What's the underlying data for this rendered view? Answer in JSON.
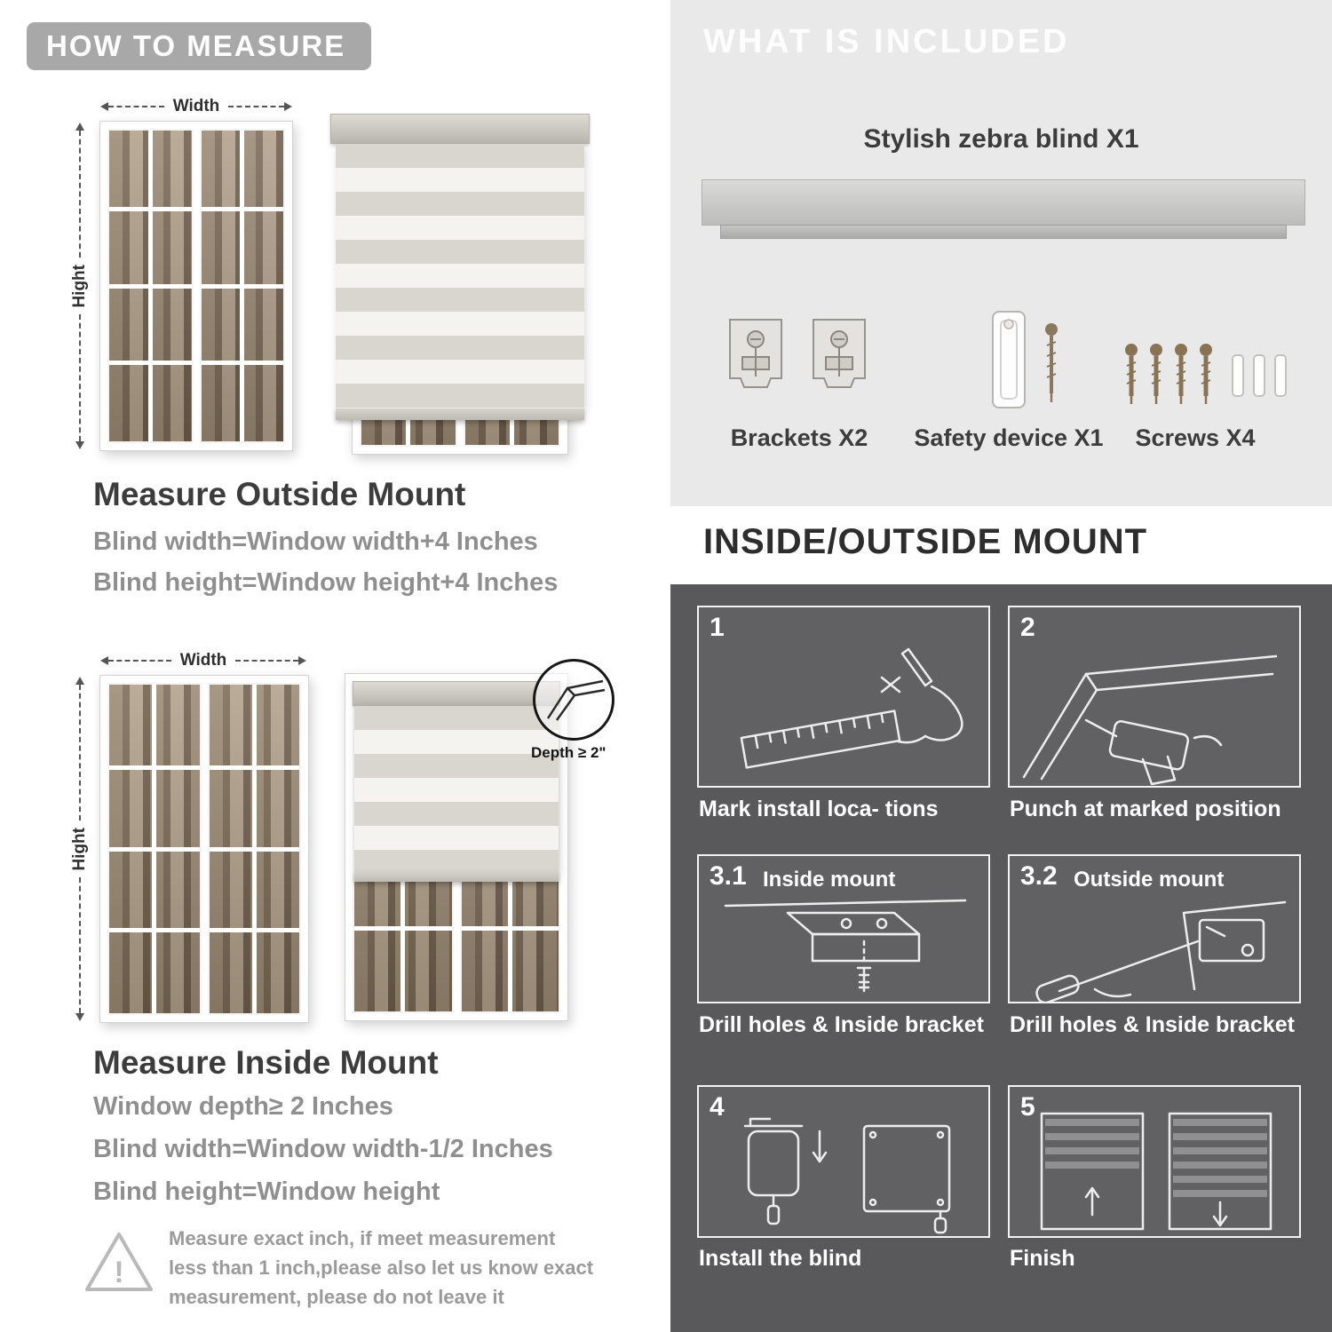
{
  "colors": {
    "banner_gray": "#a8a8a8",
    "panel_light": "#e9e9e9",
    "panel_dark": "#59595b",
    "heading_dark": "#3c3c3c",
    "subtext_gray": "#8f8f8f"
  },
  "left": {
    "banner": "HOW TO MEASURE",
    "labels": {
      "width": "Width",
      "hight": "Hight"
    },
    "outside": {
      "heading": "Measure Outside Mount",
      "line1": "Blind width=Window width+4 Inches",
      "line2": "Blind height=Window height+4 Inches"
    },
    "inside": {
      "depth_callout": "Depth ≥ 2\"",
      "heading": "Measure Inside Mount",
      "line1": "Window depth≥ 2 Inches",
      "line2": "Blind width=Window width-1/2 Inches",
      "line3": "Blind height=Window height"
    },
    "warning_mark": "!",
    "note": "Measure exact inch, if meet measurement less than 1 inch,please also let us know exact measurement, please do not leave it"
  },
  "right": {
    "included": {
      "banner": "WHAT IS INCLUDED",
      "product": "Stylish zebra blind X1",
      "items": [
        {
          "label": "Brackets X2"
        },
        {
          "label": "Safety device X1"
        },
        {
          "label": "Screws X4"
        }
      ]
    },
    "mount": {
      "title": "INSIDE/OUTSIDE MOUNT",
      "steps": [
        {
          "num": "1",
          "caption": "Mark install loca- tions"
        },
        {
          "num": "2",
          "caption": "Punch at  marked position"
        },
        {
          "num": "3.1",
          "label": "Inside mount",
          "caption": "Drill holes &  Inside bracket"
        },
        {
          "num": "3.2",
          "label": "Outside mount",
          "caption": "Drill holes &  Inside bracket"
        },
        {
          "num": "4",
          "caption": "Install the blind"
        },
        {
          "num": "5",
          "caption": "Finish"
        }
      ]
    }
  }
}
